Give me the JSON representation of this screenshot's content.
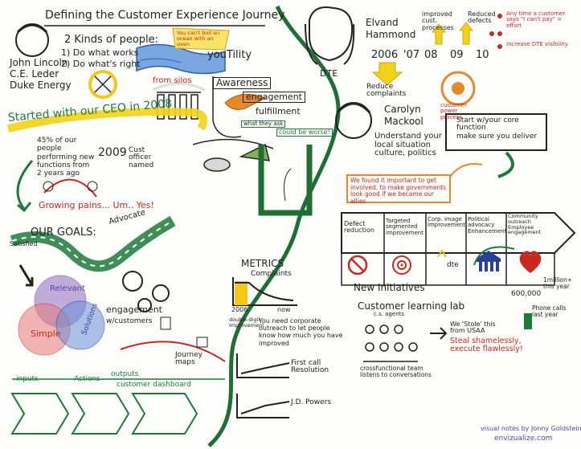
{
  "left": {
    "title": "Defining the Customer Experience Journey",
    "speaker_name": "John Lincoln",
    "speaker_role": "C.E. Leder",
    "speaker_org": "Duke Energy",
    "kinds_title": "2 Kinds of people:",
    "kinds_1": "1) Do what works",
    "kinds_2": "2) Do what's right",
    "yellow_note": "You can't boil an ocean with an oven",
    "utility": "youTility",
    "silos": "from silos",
    "awareness": "Awareness",
    "engagement": "engagement",
    "fulfillment": "fulfillment",
    "what_they": "what they ask",
    "could_be": "could be worse!",
    "started": "Started with our CEO in 2008",
    "pct": "45% of our people performing new functions from 2 years ago",
    "year_2009": "2009",
    "cust_officer": "Cust officer named",
    "growing": "Growing pains... Um.. Yes!",
    "goals": "OUR GOALS:",
    "advocate": "Advocate",
    "satisfied": "Satisfied",
    "relevant": "Relevant",
    "simple": "Simple",
    "solutions": "Solutions",
    "engagement2": "engagement",
    "w_customers": "w/customers",
    "journey_maps": "Journey maps",
    "inputs": "inputs",
    "actions": "Actions",
    "outputs": "outputs",
    "dashboard": "customer dashboard"
  },
  "right": {
    "dte_name_1": "Elvand",
    "dte_name_2": "Hammond",
    "dte": "DTE",
    "years": [
      "2006",
      "'07",
      "08",
      "09",
      "10"
    ],
    "reduce_complaints": "Reduce complaints",
    "improved_cust": "improved cust. processes",
    "reduced_defects": "Reduced defects",
    "any_time": "Any time a customer says \"I can't pay\" = effort",
    "increase_dte": "increase DTE visibility",
    "customer_power": "customer power process",
    "carolyn_1": "Carolyn",
    "carolyn_2": "Mackool",
    "understand": "Understand your local situation culture, politics",
    "start_w": "Start w/your core function",
    "make_sure": "make sure you deliver",
    "found": "We found it important to get involved, to make governments look good if we became our allies",
    "row": [
      "Defect reduction",
      "Targeted segmented improvement",
      "Corp. image improvement",
      "Political advocacy Enhancement",
      "Community outreach Employee engagement"
    ],
    "dte_small": "dte",
    "million": "1million+ this year",
    "six_hundred": "600,000",
    "phone": "Phone calls last year",
    "metrics": "METRICS",
    "complaints": "Complaints",
    "axis_2006": "2006",
    "axis_now": "now",
    "double": "double-digit improvement",
    "outreach": "You need corporate outreach to let people know how much you have improved",
    "first_call": "First call Resolution",
    "jd": "J.D. Powers",
    "new_init": "New Initiatives",
    "lab": "Customer learning lab",
    "cs_agents": "c.s. agents",
    "stole": "We 'Stole' this from USAA",
    "steal": "Steal shamelessly, execute flawlessly!",
    "cross": "crossfunctional team listens to conversations",
    "credit": "visual notes by Jonny Goldstein",
    "credit_2": "envizualize.com"
  }
}
